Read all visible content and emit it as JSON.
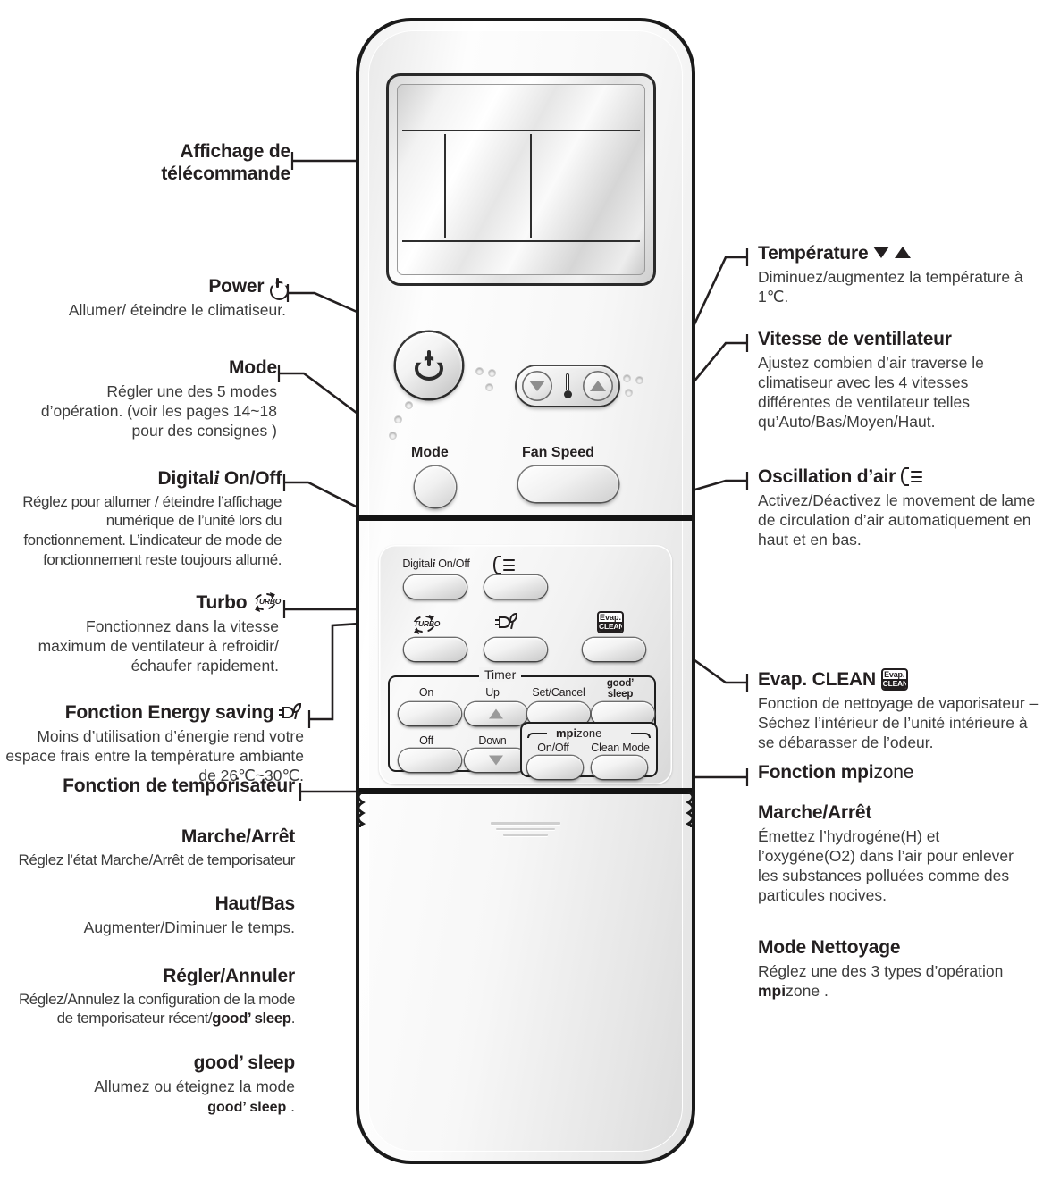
{
  "document": {
    "type": "remote-control-diagram",
    "language": "fr"
  },
  "callouts_left": [
    {
      "id": "display",
      "title_lines": [
        "Affichage de",
        "télécommande"
      ],
      "body": ""
    },
    {
      "id": "power",
      "title": "Power",
      "icon": "power-icon",
      "body": "Allumer/ éteindre le climatiseur."
    },
    {
      "id": "mode",
      "title": "Mode",
      "body": "Régler une des 5 modes d’opération. (voir les pages 14~18 pour des consignes )"
    },
    {
      "id": "digital-i",
      "title_pre": "Digital",
      "title_i": "i",
      "title_post": "On/Off",
      "body": "Réglez pour allumer / éteindre l’affichage numérique de l’unité lors du fonctionnement. L’indicateur de mode de fonctionnement reste toujours allumé."
    },
    {
      "id": "turbo",
      "title": "Turbo",
      "icon": "turbo-icon",
      "body": "Fonctionnez dans la vitesse maximum de ventilateur à refroidir/ échaufer rapidement."
    },
    {
      "id": "energy-saving",
      "title": "Fonction Energy saving",
      "icon": "energy-saving-icon",
      "body": "Moins d’utilisation d’énergie rend votre espace frais entre la température ambiante de 26℃~30℃."
    },
    {
      "id": "timer",
      "title": "Fonction de temporisateur",
      "body": ""
    },
    {
      "id": "timer-onoff",
      "title": "Marche/Arrêt",
      "body": "Réglez l’état Marche/Arrêt de temporisateur"
    },
    {
      "id": "timer-updown",
      "title": "Haut/Bas",
      "body": "Augmenter/Diminuer le temps."
    },
    {
      "id": "set-cancel",
      "title": "Régler/Annuler",
      "body_pre": "Réglez/Annulez la configuration de la mode de temporisateur récent/",
      "body_bold": "good’ sleep",
      "body_post": "."
    },
    {
      "id": "good-sleep",
      "title": "good’ sleep",
      "body_pre": "Allumez ou éteignez la mode ",
      "body_bold": "good’ sleep",
      "body_post": " ."
    }
  ],
  "callouts_right": [
    {
      "id": "temperature",
      "title": "Température",
      "icon": "temperature-arrows-icon",
      "body": "Diminuez/augmentez la température à 1℃."
    },
    {
      "id": "fan-speed",
      "title": "Vitesse de ventillateur",
      "body": "Ajustez combien d’air traverse le climatiseur avec les 4 vitesses différentes de ventilateur telles qu’Auto/Bas/Moyen/Haut."
    },
    {
      "id": "air-swing",
      "title": "Oscillation d’air",
      "icon": "swing-icon",
      "body": "Activez/Déactivez le movement de lame de circulation d’air automatiquement en haut et en bas."
    },
    {
      "id": "evap-clean",
      "title": "Evap. CLEAN",
      "icon": "evap-clean-icon",
      "body": "Fonction de nettoyage de vaporisateur – Séchez l’intérieur de l’unité intérieure à se débarasser de l’odeur."
    },
    {
      "id": "mpizone",
      "title_pre": "Fonction ",
      "title_bold": "mpi",
      "title_post": "zone",
      "body": ""
    },
    {
      "id": "mpizone-onoff",
      "title": "Marche/Arrêt",
      "body": "Émettez l’hydrogéne(H) et l’oxygéne(O2) dans l’air pour enlever les substances polluées comme des particules nocives."
    },
    {
      "id": "mpizone-clean",
      "title": "Mode Nettoyage",
      "body_pre": "Réglez une des 3 types d’opération ",
      "body_bold": "mpi",
      "body_mid": "zone",
      "body_post": " ."
    }
  ],
  "remote": {
    "display": {
      "name": "lcd-display"
    },
    "buttons": {
      "power": {
        "label": "",
        "icon": "power-icon"
      },
      "mode": {
        "label": "Mode"
      },
      "fan_speed": {
        "label": "Fan Speed"
      },
      "temp_down": {
        "icon": "triangle-down-icon"
      },
      "temp_up": {
        "icon": "triangle-up-icon"
      },
      "digital_i_onoff": {
        "label_pre": "Digital",
        "label_i": "i",
        "label_post": "On/Off"
      },
      "swing": {
        "icon": "swing-icon"
      },
      "turbo": {
        "icon": "turbo-icon"
      },
      "energy_saving": {
        "icon": "energy-saving-icon"
      },
      "evap_clean": {
        "icon": "evap-clean-icon"
      },
      "timer_on": {
        "label": "On"
      },
      "timer_up": {
        "label": "Up",
        "icon": "triangle-up-icon"
      },
      "set_cancel": {
        "label": "Set/Cancel"
      },
      "good_sleep": {
        "label_line1": "good’",
        "label_line2": "sleep"
      },
      "timer_off": {
        "label": "Off"
      },
      "timer_down": {
        "label": "Down",
        "icon": "triangle-down-icon"
      },
      "mpi_onoff": {
        "label": "On/Off"
      },
      "mpi_clean_mode": {
        "label": "Clean Mode"
      }
    },
    "groups": {
      "timer": {
        "label": "Timer"
      },
      "mpizone": {
        "label_bold": "mpi",
        "label_rest": "zone"
      }
    }
  },
  "colors": {
    "text": "#231f20",
    "body_text": "#3c3c3c",
    "outline": "#1a1a1a",
    "panel": "#f2f2f2"
  }
}
